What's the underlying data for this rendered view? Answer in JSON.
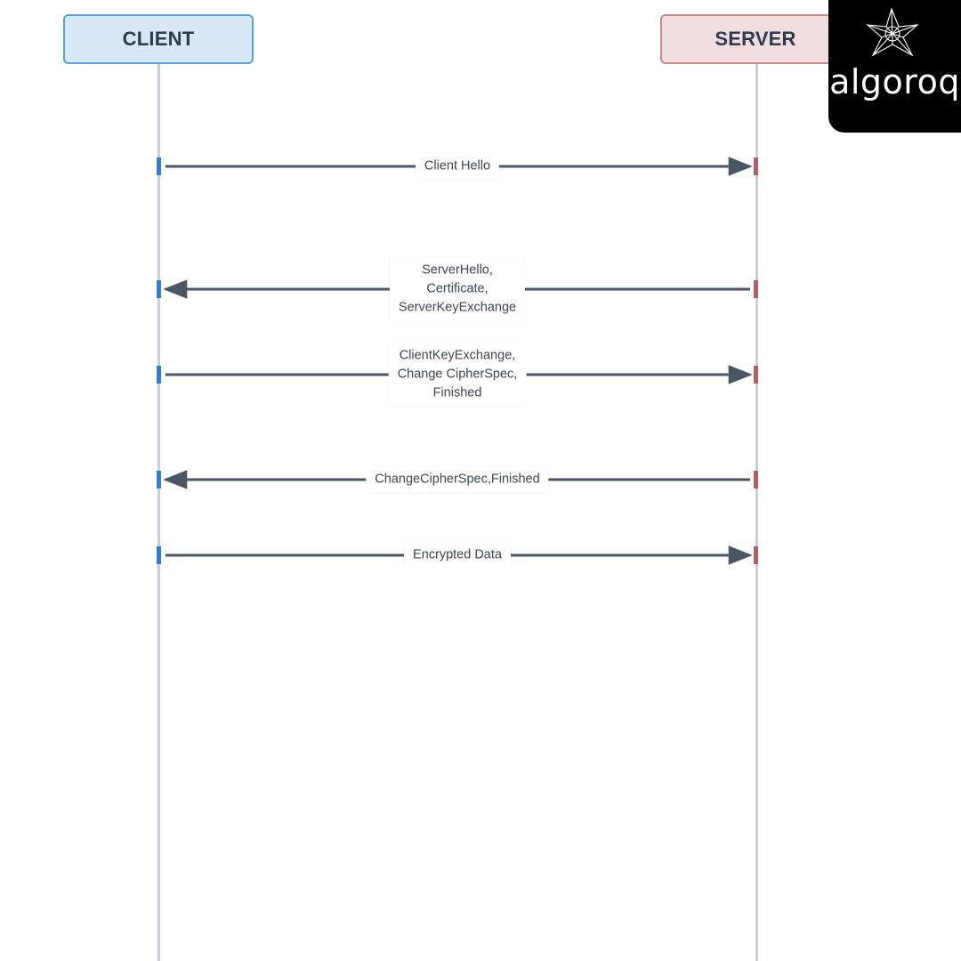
{
  "actors": {
    "client": {
      "label": "CLIENT"
    },
    "server": {
      "label": "SERVER"
    }
  },
  "messages": [
    {
      "label": "Client Hello",
      "direction": "client-to-server"
    },
    {
      "label": "ServerHello,\nCertificate,\nServerKeyExchange",
      "direction": "server-to-client"
    },
    {
      "label": "ClientKeyExchange,\nChange CipherSpec,\nFinished",
      "direction": "client-to-server"
    },
    {
      "label": "ChangeCipherSpec,Finished",
      "direction": "server-to-client"
    },
    {
      "label": "Encrypted Data",
      "direction": "client-to-server"
    }
  ],
  "logo": {
    "text": "algoroq",
    "icon": "star-polyhedron-icon"
  },
  "colors": {
    "client_accent": "#2f7fd6",
    "server_accent": "#b06060",
    "arrow": "#4a5666",
    "lifeline": "#c6d0db"
  }
}
